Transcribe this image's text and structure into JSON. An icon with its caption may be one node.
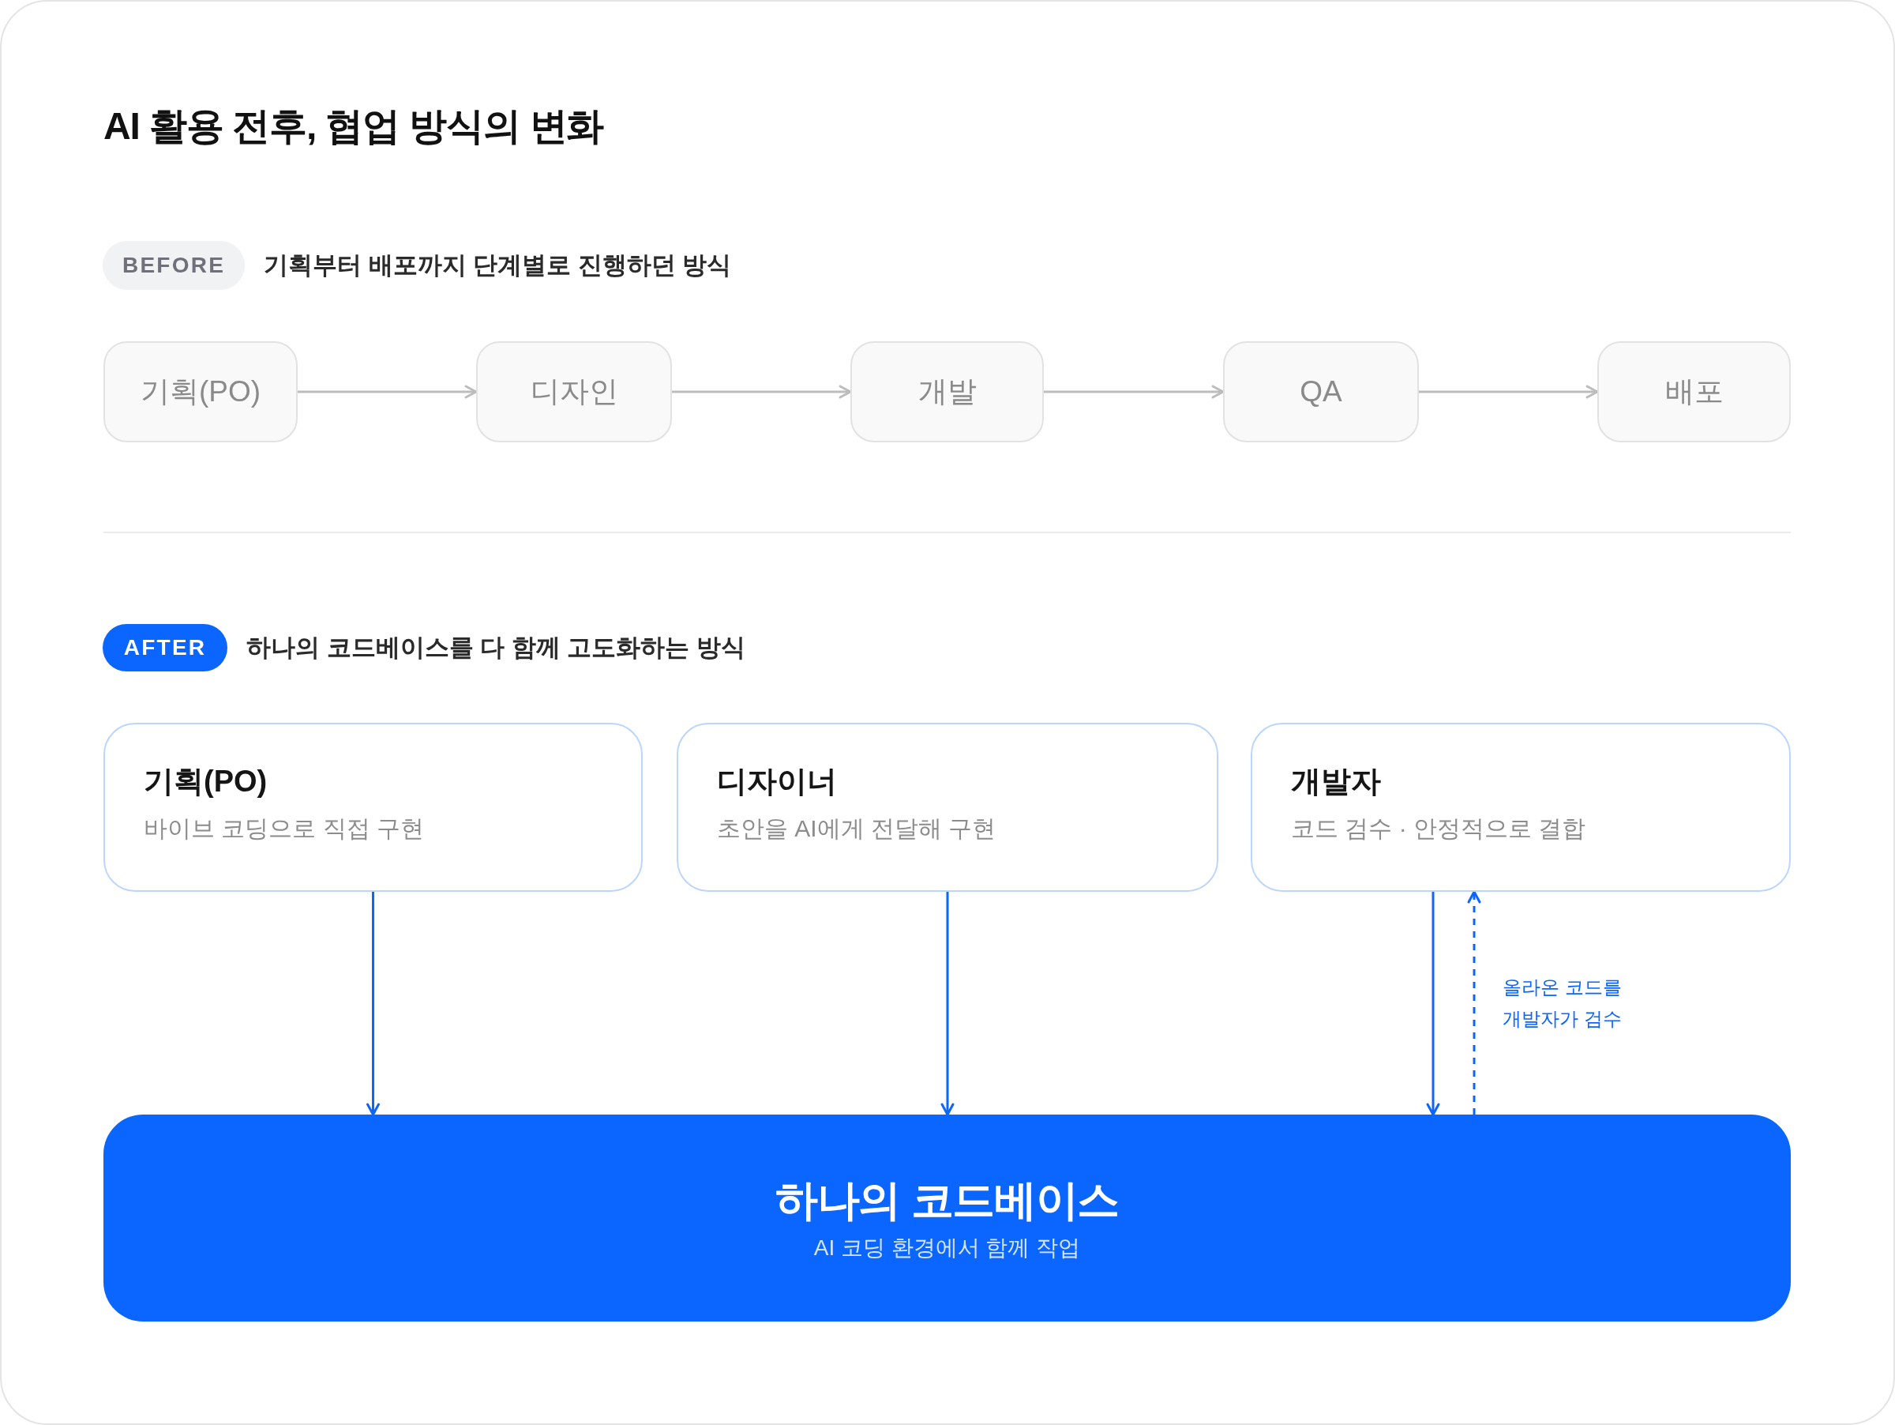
{
  "diagram": {
    "title": "AI 활용 전후, 협업 방식의 변화",
    "nodes": [
      {
        "text": [
          "BEFORE"
        ],
        "beside": [
          "기획부터 배포까지 단계별로 진행하던 방식"
        ]
      },
      {
        "text": [
          "기획(PO)"
        ]
      },
      {
        "text": [
          "디자인"
        ]
      },
      {
        "text": [
          "개발"
        ]
      },
      {
        "text": [
          "QA"
        ]
      },
      {
        "text": [
          "배포"
        ]
      },
      {
        "text": [
          "AFTER"
        ],
        "beside": [
          "하나의 코드베이스를 다 함께 고도화하는 방식"
        ]
      },
      {
        "text": [
          "기획(PO)",
          "바이브 코딩으로 직접 구현"
        ]
      },
      {
        "text": [
          "디자이너",
          "초안을 AI에게 전달해 구현"
        ]
      },
      {
        "text": [
          "개발자",
          "코드 검수 · 안정적으로 결합"
        ]
      },
      {
        "text": [
          "하나의 코드베이스",
          "AI 코딩 환경에서 함께 작업"
        ]
      }
    ],
    "edges": [
      {
        "from": 1,
        "to": 2,
        "arrow": "to",
        "color": "#bdbdbd"
      },
      {
        "from": 2,
        "to": 3,
        "arrow": "to",
        "color": "#bdbdbd"
      },
      {
        "from": 3,
        "to": 4,
        "arrow": "to",
        "color": "#bdbdbd"
      },
      {
        "from": 4,
        "to": 5,
        "arrow": "to",
        "color": "#bdbdbd"
      },
      {
        "from": 7,
        "to": 10,
        "arrow": "to",
        "color": "#0a66ff"
      },
      {
        "from": 8,
        "to": 10,
        "arrow": "to",
        "color": "#0a66ff"
      },
      {
        "from": 9,
        "to": 10,
        "arrow": "to",
        "color": "#0a66ff"
      },
      {
        "from": 10,
        "to": 9,
        "arrow": "to",
        "style": "dashed",
        "color": "#0a66ff",
        "label": "올라온 코드를 개발자가 검수"
      }
    ]
  }
}
